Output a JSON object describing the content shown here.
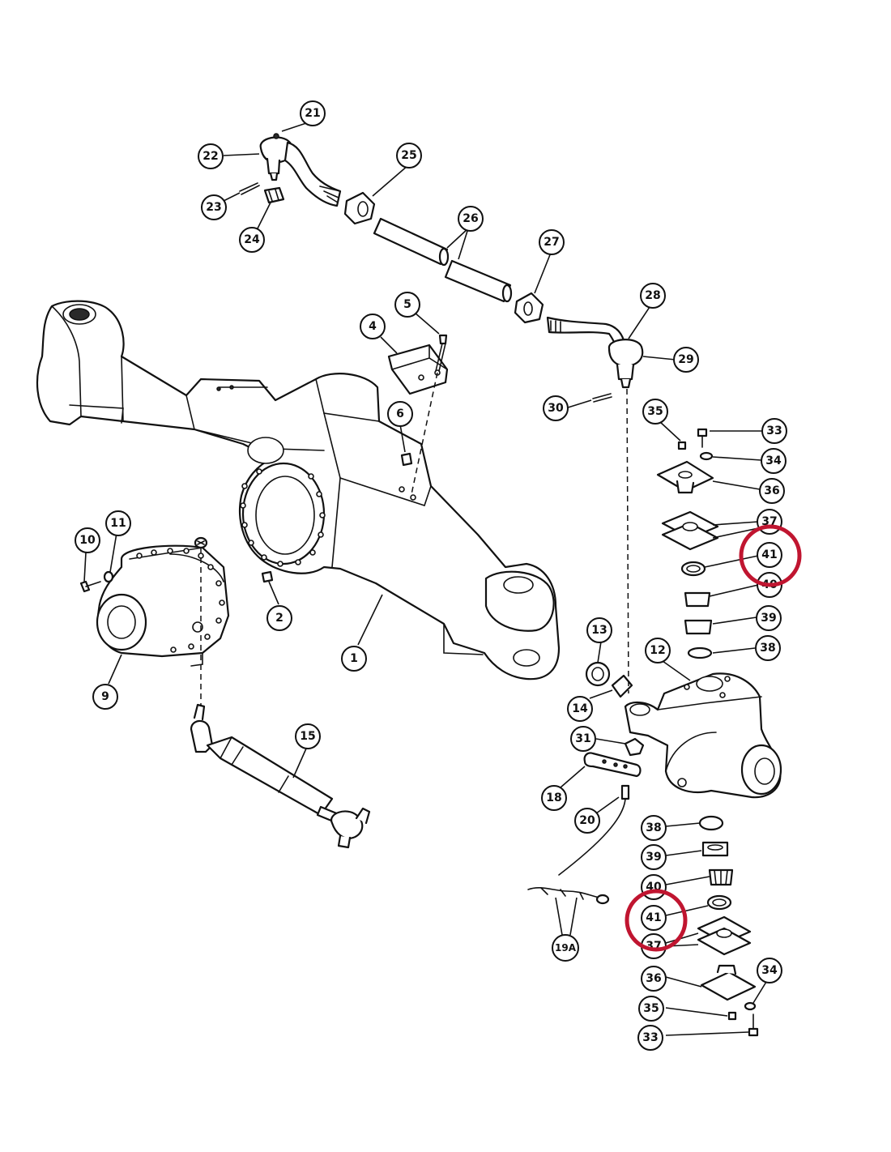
{
  "colors": {
    "highlight": "#C01530",
    "ink": "#111111",
    "paper": "#ffffff"
  },
  "callouts": [
    {
      "id": "c21",
      "label": "21"
    },
    {
      "id": "c22",
      "label": "22"
    },
    {
      "id": "c23",
      "label": "23"
    },
    {
      "id": "c24",
      "label": "24"
    },
    {
      "id": "c25",
      "label": "25"
    },
    {
      "id": "c26",
      "label": "26"
    },
    {
      "id": "c27",
      "label": "27"
    },
    {
      "id": "c28",
      "label": "28"
    },
    {
      "id": "c29",
      "label": "29"
    },
    {
      "id": "c30",
      "label": "30"
    },
    {
      "id": "c5",
      "label": "5"
    },
    {
      "id": "c4",
      "label": "4"
    },
    {
      "id": "c6",
      "label": "6"
    },
    {
      "id": "c35a",
      "label": "35"
    },
    {
      "id": "c33a",
      "label": "33"
    },
    {
      "id": "c34a",
      "label": "34"
    },
    {
      "id": "c36a",
      "label": "36"
    },
    {
      "id": "c37a",
      "label": "37"
    },
    {
      "id": "c41a",
      "label": "41"
    },
    {
      "id": "c40a",
      "label": "40"
    },
    {
      "id": "c39a",
      "label": "39"
    },
    {
      "id": "c38a",
      "label": "38"
    },
    {
      "id": "c10",
      "label": "10"
    },
    {
      "id": "c11",
      "label": "11"
    },
    {
      "id": "c2",
      "label": "2"
    },
    {
      "id": "c1",
      "label": "1"
    },
    {
      "id": "c9",
      "label": "9"
    },
    {
      "id": "c13",
      "label": "13"
    },
    {
      "id": "c12",
      "label": "12"
    },
    {
      "id": "c14",
      "label": "14"
    },
    {
      "id": "c31",
      "label": "31"
    },
    {
      "id": "c15",
      "label": "15"
    },
    {
      "id": "c18",
      "label": "18"
    },
    {
      "id": "c20",
      "label": "20"
    },
    {
      "id": "c38b",
      "label": "38"
    },
    {
      "id": "c39b",
      "label": "39"
    },
    {
      "id": "c40b",
      "label": "40"
    },
    {
      "id": "c41b",
      "label": "41"
    },
    {
      "id": "c37b",
      "label": "37"
    },
    {
      "id": "c19a",
      "label": "19A"
    },
    {
      "id": "c36b",
      "label": "36"
    },
    {
      "id": "c34b",
      "label": "34"
    },
    {
      "id": "c35b",
      "label": "35"
    },
    {
      "id": "c33b",
      "label": "33"
    }
  ],
  "highlighted_callouts": [
    "41",
    "41"
  ]
}
